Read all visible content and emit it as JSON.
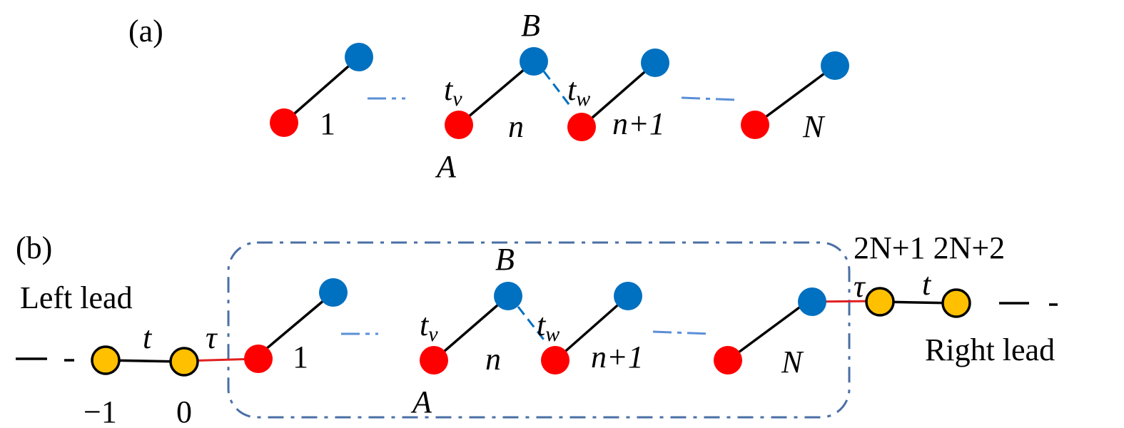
{
  "colors": {
    "site_a": "#ff0000",
    "site_b": "#0070c0",
    "lead_site": "#ffc000",
    "coupling": "#e02020",
    "dashed": "#4a6fa5",
    "ellipsis": "#5b8fd6"
  },
  "panel_a": {
    "label": "(a)",
    "site_b_label": "B",
    "site_a_label": "A",
    "tv": {
      "base": "t",
      "sub": "v"
    },
    "tw": {
      "base": "t",
      "sub": "w"
    },
    "cells": [
      "1",
      "n",
      "n+1",
      "N"
    ]
  },
  "panel_b": {
    "label": "(b)",
    "left_lead": "Left lead",
    "right_lead": "Right lead",
    "site_b_label": "B",
    "site_a_label": "A",
    "tv": {
      "base": "t",
      "sub": "v"
    },
    "tw": {
      "base": "t",
      "sub": "w"
    },
    "cells": [
      "1",
      "n",
      "n+1",
      "N"
    ],
    "lead_hopping": "t",
    "coupling": "τ",
    "left_indices": [
      "−1",
      "0"
    ],
    "right_indices": "2N+1 2N+2"
  }
}
